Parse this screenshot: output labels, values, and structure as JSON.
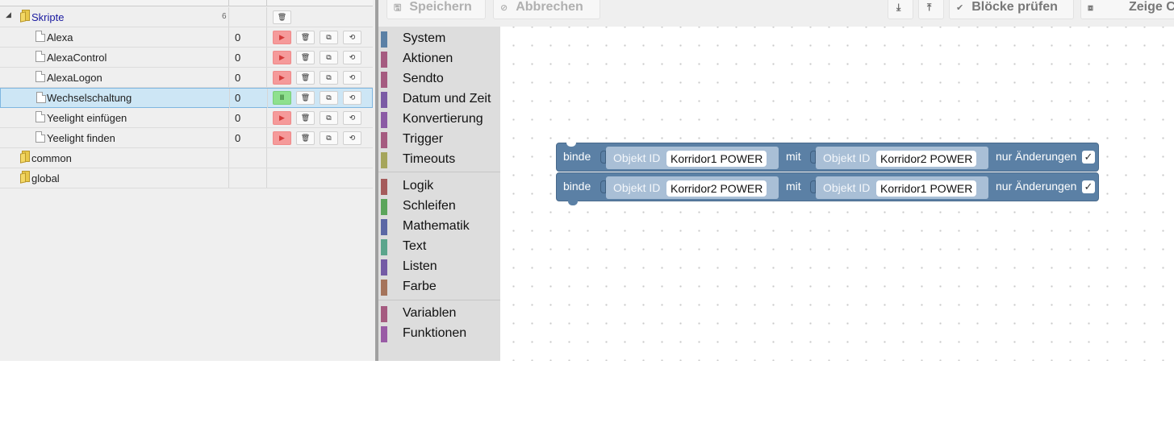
{
  "tree": {
    "folders": [
      {
        "name": "Skripte",
        "count": "6"
      },
      {
        "name": "common"
      },
      {
        "name": "global"
      }
    ],
    "scripts": [
      {
        "name": "Alexa",
        "value": "0",
        "state": "stopped"
      },
      {
        "name": "AlexaControl",
        "value": "0",
        "state": "stopped"
      },
      {
        "name": "AlexaLogon",
        "value": "0",
        "state": "stopped"
      },
      {
        "name": "Wechselschaltung",
        "value": "0",
        "state": "running"
      },
      {
        "name": "Yeelight einfügen",
        "value": "0",
        "state": "stopped"
      },
      {
        "name": "Yeelight finden",
        "value": "0",
        "state": "stopped"
      }
    ]
  },
  "toolbar": {
    "save_label": "Speichern",
    "cancel_label": "Abbrechen",
    "check_blocks_label": "Blöcke prüfen",
    "show_label": "Zeige C"
  },
  "toolbox": {
    "groups": [
      [
        {
          "label": "System",
          "color": "#5b80a5"
        },
        {
          "label": "Aktionen",
          "color": "#a55b80"
        },
        {
          "label": "Sendto",
          "color": "#a55b80"
        },
        {
          "label": "Datum und Zeit",
          "color": "#7b5ba5"
        },
        {
          "label": "Konvertierung",
          "color": "#8b5ba5"
        },
        {
          "label": "Trigger",
          "color": "#a55b80"
        },
        {
          "label": "Timeouts",
          "color": "#a5a55b"
        }
      ],
      [
        {
          "label": "Logik",
          "color": "#a55b5b"
        },
        {
          "label": "Schleifen",
          "color": "#5ba55b"
        },
        {
          "label": "Mathematik",
          "color": "#5b67a5"
        },
        {
          "label": "Text",
          "color": "#5ba58c"
        },
        {
          "label": "Listen",
          "color": "#745ba5"
        },
        {
          "label": "Farbe",
          "color": "#a5745b"
        }
      ],
      [
        {
          "label": "Variablen",
          "color": "#a55b80"
        },
        {
          "label": "Funktionen",
          "color": "#995ba5"
        }
      ]
    ]
  },
  "blocks": [
    {
      "keyword": "binde",
      "obj_label": "Objekt ID",
      "source": "Korridor1 POWER",
      "mit": "mit",
      "target": "Korridor2 POWER",
      "changes_label": "nur Änderungen",
      "checked": true
    },
    {
      "keyword": "binde",
      "obj_label": "Objekt ID",
      "source": "Korridor2 POWER",
      "mit": "mit",
      "target": "Korridor1 POWER",
      "changes_label": "nur Änderungen",
      "checked": true
    }
  ],
  "icons": {
    "run": "play-icon",
    "pause": "pause-icon",
    "delete": "trash-icon",
    "copy": "copy-icon",
    "reload": "reload-icon",
    "folder": "folder-icon",
    "file": "file-icon",
    "check": "check-icon"
  }
}
